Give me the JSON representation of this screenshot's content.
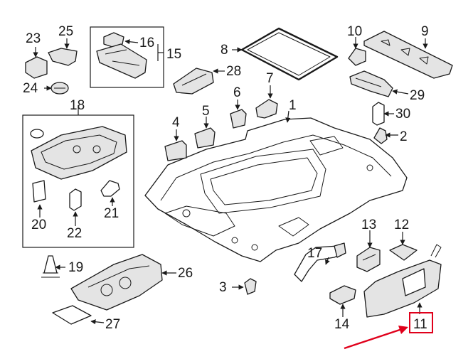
{
  "callouts": {
    "c1": "1",
    "c2": "2",
    "c3": "3",
    "c4": "4",
    "c5": "5",
    "c6": "6",
    "c7": "7",
    "c8": "8",
    "c9": "9",
    "c10": "10",
    "c11": "11",
    "c12": "12",
    "c13": "13",
    "c14": "14",
    "c15": "15",
    "c16": "16",
    "c17": "17",
    "c18": "18",
    "c19": "19",
    "c20": "20",
    "c21": "21",
    "c22": "22",
    "c23": "23",
    "c24": "24",
    "c25": "25",
    "c26": "26",
    "c27": "27",
    "c28": "28",
    "c29": "29",
    "c30": "30"
  },
  "highlight": {
    "callout": "11",
    "color": "#e0001b"
  },
  "colors": {
    "line": "#1a1a1a",
    "fill_shaded": "#e4e4e4",
    "background": "#ffffff"
  }
}
